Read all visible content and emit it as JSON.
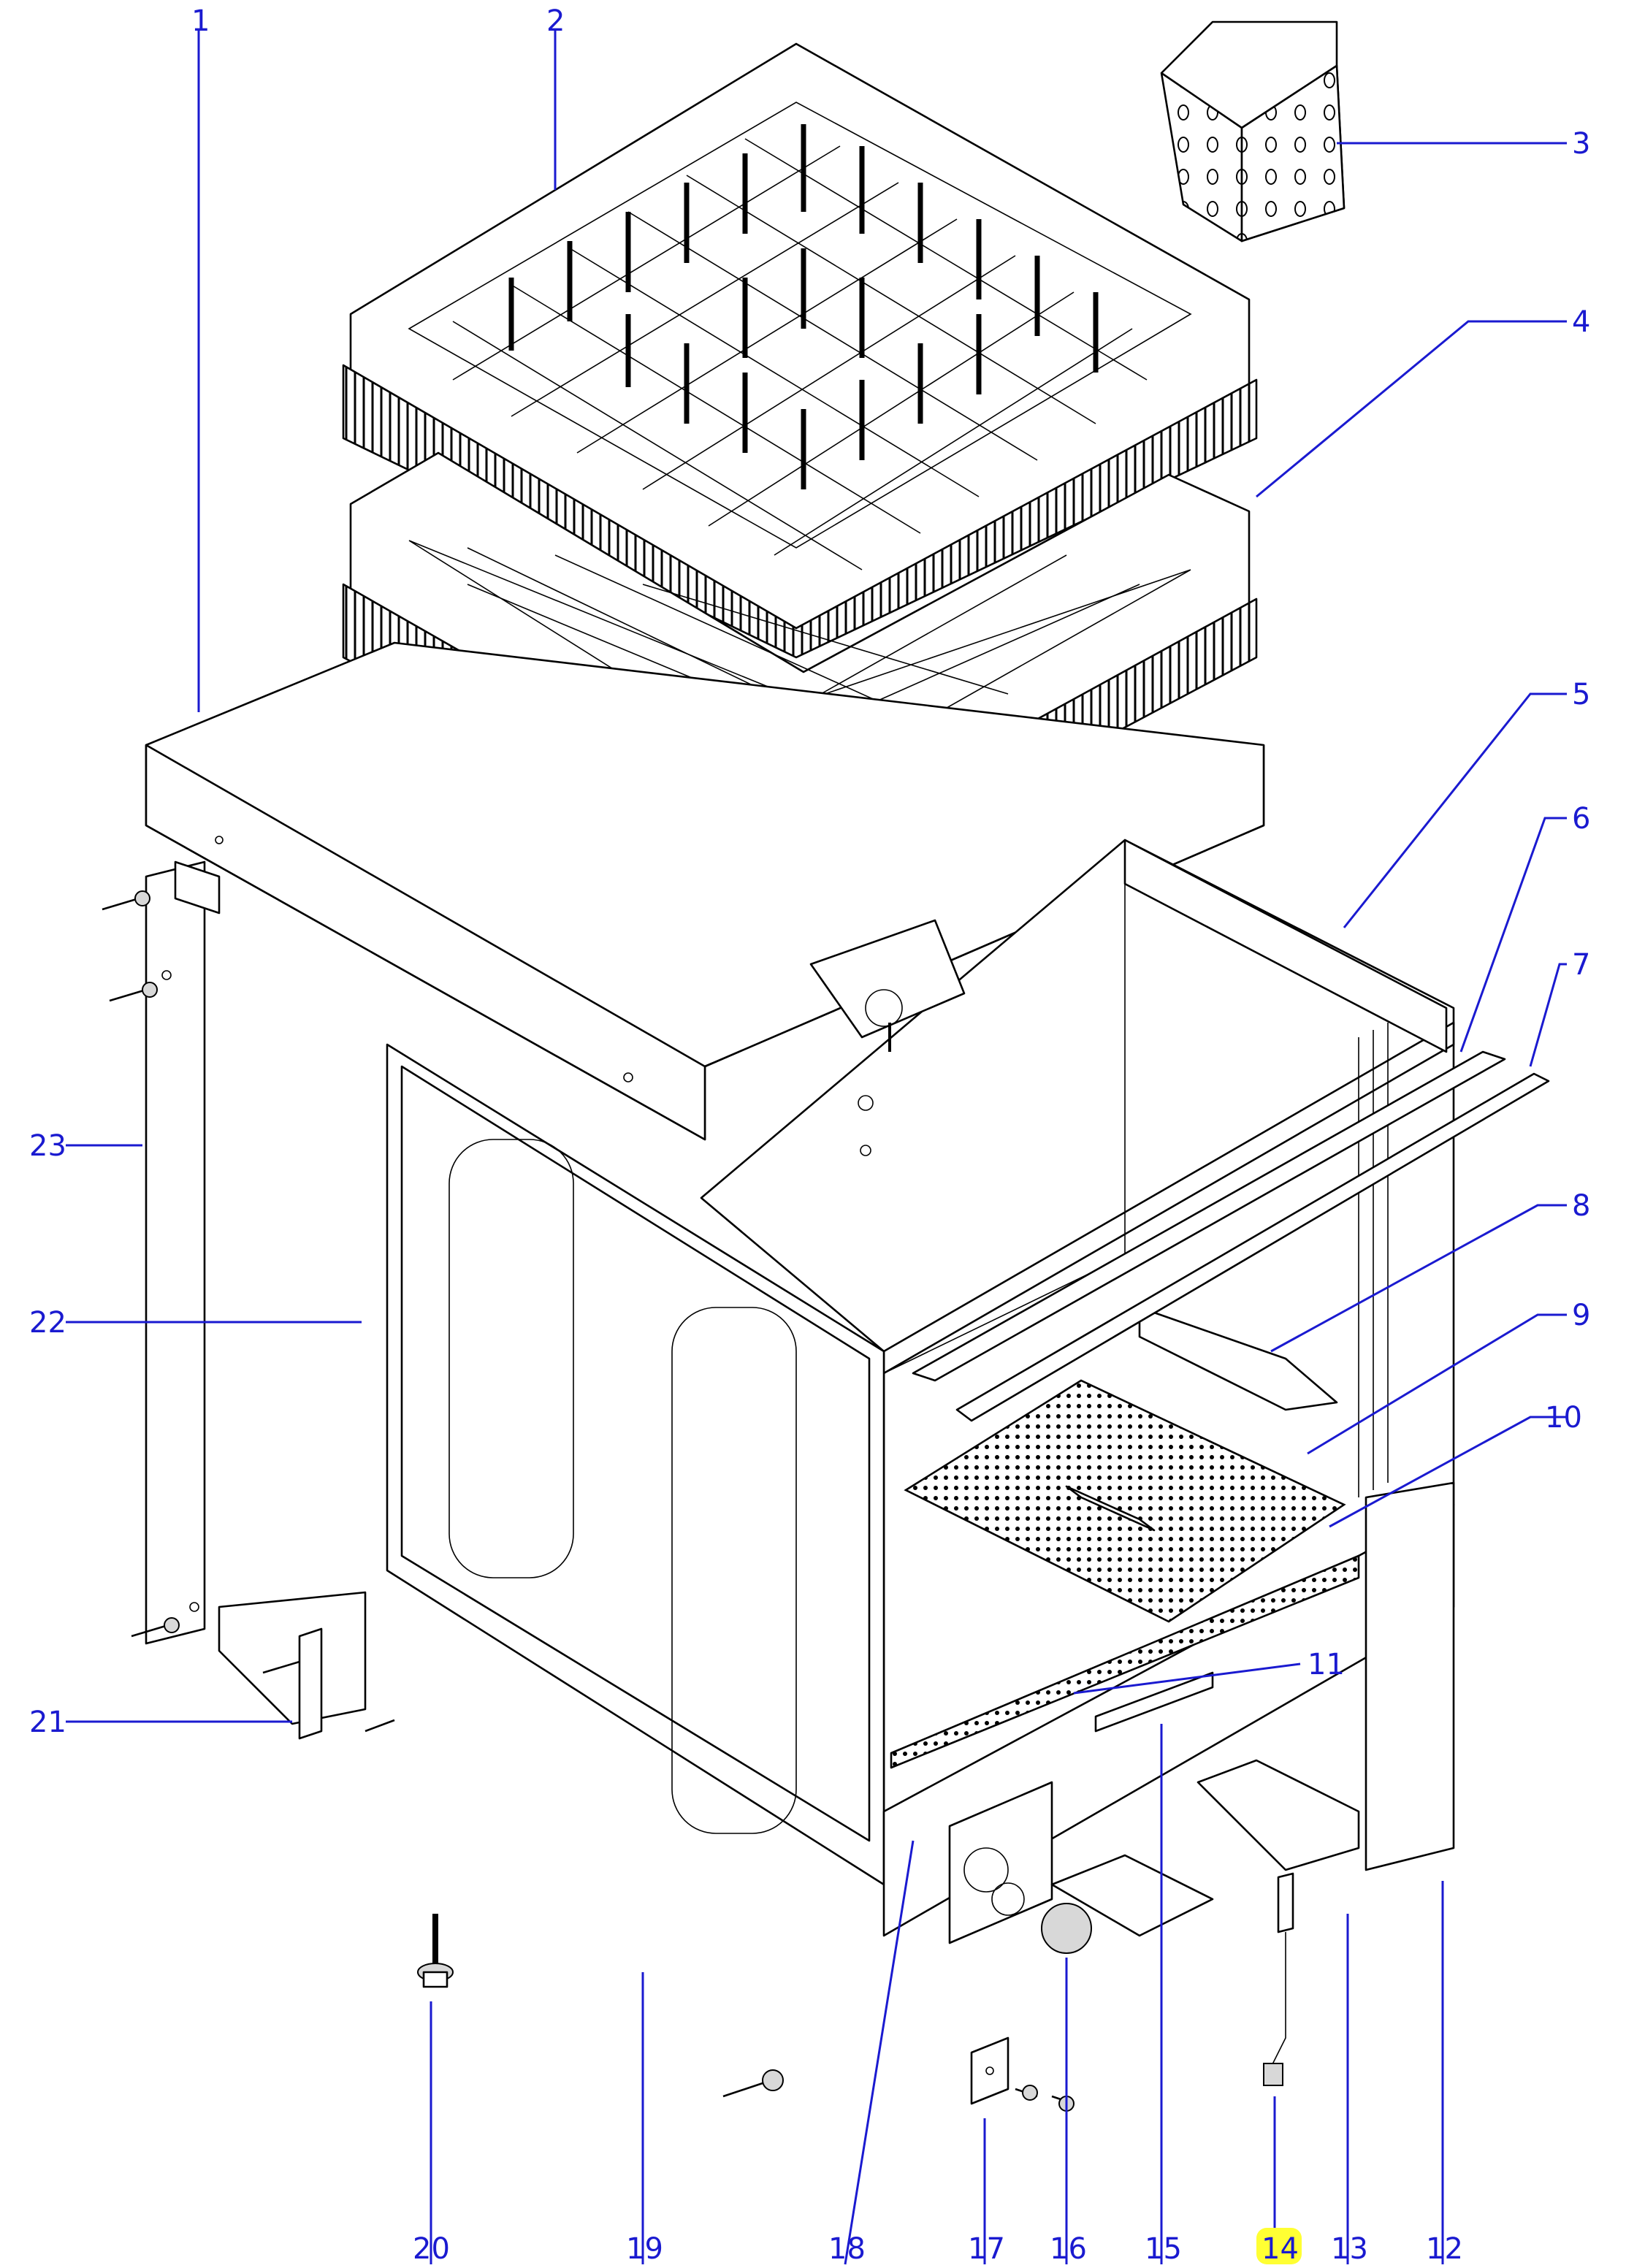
{
  "callouts": [
    {
      "id": "1",
      "label": "1"
    },
    {
      "id": "2",
      "label": "2"
    },
    {
      "id": "3",
      "label": "3"
    },
    {
      "id": "4",
      "label": "4"
    },
    {
      "id": "5",
      "label": "5"
    },
    {
      "id": "6",
      "label": "6"
    },
    {
      "id": "7",
      "label": "7"
    },
    {
      "id": "8",
      "label": "8"
    },
    {
      "id": "9",
      "label": "9"
    },
    {
      "id": "10",
      "label": "10"
    },
    {
      "id": "11",
      "label": "11"
    },
    {
      "id": "12",
      "label": "12"
    },
    {
      "id": "13",
      "label": "13"
    },
    {
      "id": "14",
      "label": "14",
      "highlighted": true
    },
    {
      "id": "15",
      "label": "15"
    },
    {
      "id": "16",
      "label": "16"
    },
    {
      "id": "17",
      "label": "17"
    },
    {
      "id": "18",
      "label": "18"
    },
    {
      "id": "19",
      "label": "19"
    },
    {
      "id": "20",
      "label": "20"
    },
    {
      "id": "21",
      "label": "21"
    },
    {
      "id": "22",
      "label": "22"
    },
    {
      "id": "23",
      "label": "23"
    }
  ],
  "colors": {
    "callout": "#1a1ad0",
    "line_art": "#000000",
    "highlight": "#ffff33"
  }
}
